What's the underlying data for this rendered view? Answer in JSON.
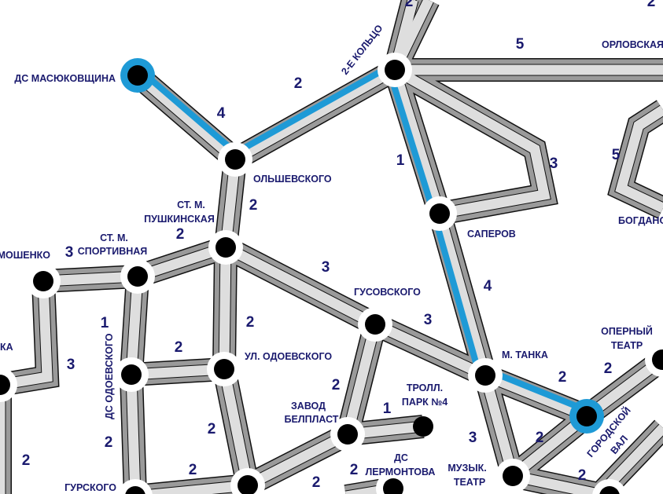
{
  "colors": {
    "highlight": "#1e9ad6",
    "text": "#1a1a6e",
    "band": "#9a9a9a",
    "band_inner": "#dedede"
  },
  "stations": {
    "masyuk": "ДС МАСЮКОВЩИНА",
    "olsh": "ОЛЬШЕВСКОГО",
    "kolco": "2-Е КОЛЬЦО",
    "saperov": "САПЕРОВ",
    "orlov": "ОРЛОВСКАЯ",
    "bogdan": "БОГДАНО",
    "push1": "СТ. М.",
    "push2": "ПУШКИНСКАЯ",
    "sport1": "СТ. М.",
    "sport2": "СПОРТИВНАЯ",
    "moshenko": "МОШЕНКО",
    "left": "КА",
    "dsodoev": "ДС ОДОЕВСКОГО",
    "ulodoev": "УЛ. ОДОЕВСКОГО",
    "gusov": "ГУСОВСКОГО",
    "mtanka": "М. ТАНКА",
    "operny1": "ОПЕРНЫЙ",
    "operny2": "ТЕАТР",
    "gorval1": "ГОРОДСКОЙ",
    "gorval2": "ВАЛ",
    "zavod1": "ЗАВОД",
    "zavod2": "БЕЛПЛАСТ",
    "troll1": "ТРОЛЛ.",
    "troll2": "ПАРК №4",
    "lerm1": "ДС",
    "lerm2": "ЛЕРМОНТОВА",
    "muz1": "МУЗЫК.",
    "muz2": "ТЕАТР",
    "gursk": "ГУРСКОГО"
  },
  "segment_counts": [
    "4",
    "2",
    "5",
    "1",
    "3",
    "2",
    "2",
    "3",
    "3",
    "2",
    "1",
    "2",
    "2",
    "2",
    "2",
    "2",
    "2",
    "1",
    "3",
    "3",
    "4",
    "2",
    "3",
    "2",
    "2",
    "2",
    "5",
    "2",
    "2",
    "2",
    "2",
    "2"
  ]
}
